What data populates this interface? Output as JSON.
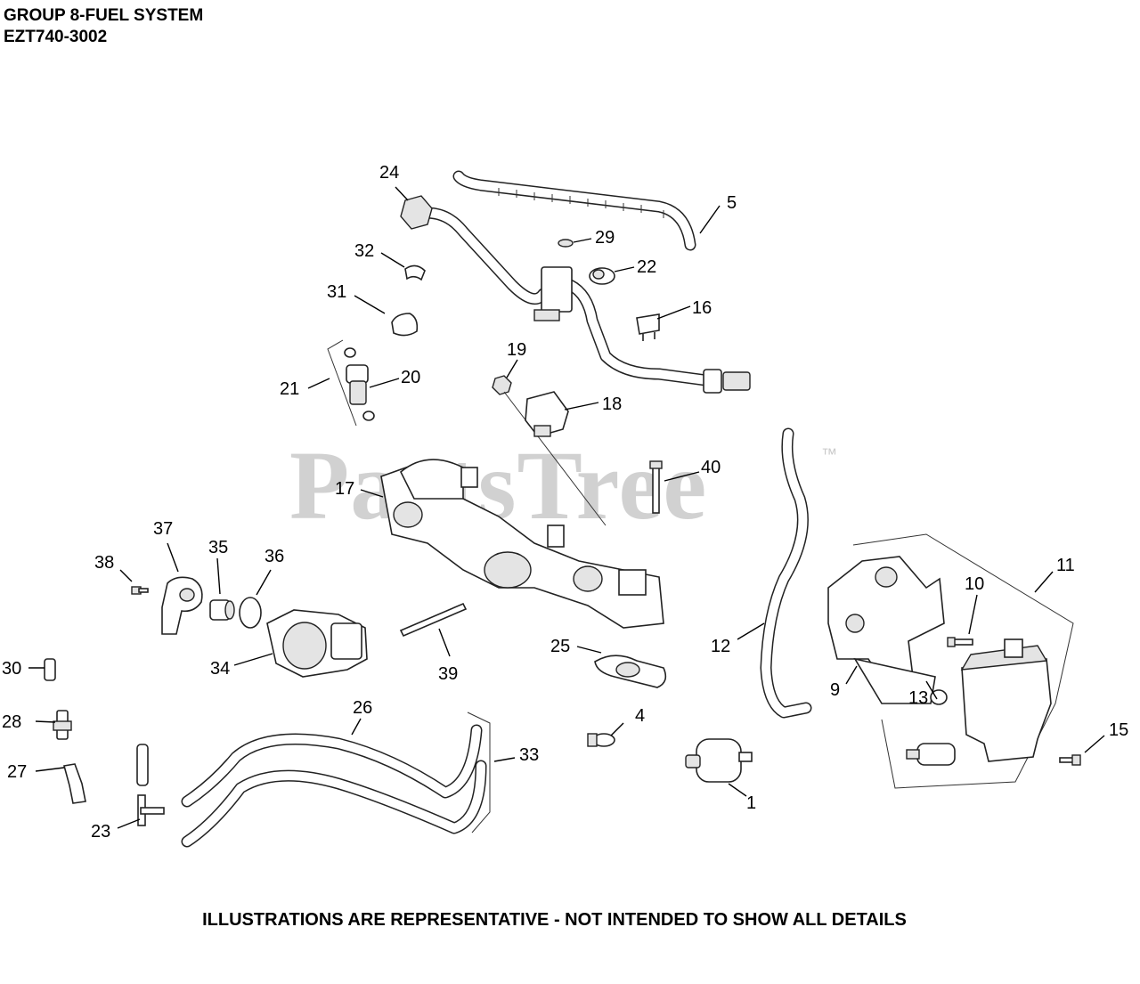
{
  "header": {
    "line1": "GROUP 8-FUEL SYSTEM",
    "line2": "EZT740-3002"
  },
  "watermark": {
    "text": "PartsTree",
    "tm": "™"
  },
  "footer": {
    "text": "ILLUSTRATIONS ARE REPRESENTATIVE - NOT INTENDED TO SHOW ALL DETAILS"
  },
  "callouts": {
    "c1": "1",
    "c4": "4",
    "c5": "5",
    "c9": "9",
    "c10": "10",
    "c11": "11",
    "c12": "12",
    "c13": "13",
    "c15": "15",
    "c16": "16",
    "c17": "17",
    "c18": "18",
    "c19": "19",
    "c20": "20",
    "c21": "21",
    "c22": "22",
    "c23": "23",
    "c24": "24",
    "c25": "25",
    "c26": "26",
    "c27": "27",
    "c28": "28",
    "c29": "29",
    "c30": "30",
    "c31": "31",
    "c32": "32",
    "c33": "33",
    "c34": "34",
    "c35": "35",
    "c36": "36",
    "c37": "37",
    "c38": "38",
    "c39": "39",
    "c40": "40"
  },
  "colors": {
    "ink": "#222222",
    "watermark": "#c9c9c9",
    "fill": "#e4e4e4"
  }
}
